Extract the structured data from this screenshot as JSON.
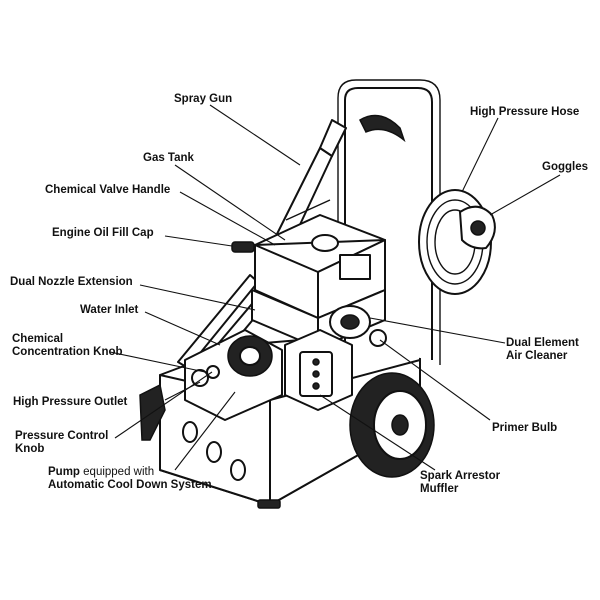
{
  "labels": {
    "spray_gun": "Spray Gun",
    "high_pressure_hose": "High Pressure Hose",
    "gas_tank": "Gas Tank",
    "goggles": "Goggles",
    "chemical_valve_handle": "Chemical Valve Handle",
    "engine_oil_fill_cap": "Engine Oil Fill Cap",
    "dual_nozzle_extension": "Dual Nozzle Extension",
    "water_inlet": "Water Inlet",
    "chemical_concentration_knob_line1": "Chemical",
    "chemical_concentration_knob_line2": "Concentration Knob",
    "dual_element_air_cleaner_line1": "Dual Element",
    "dual_element_air_cleaner_line2": "Air Cleaner",
    "high_pressure_outlet": "High Pressure Outlet",
    "primer_bulb": "Primer Bulb",
    "pressure_control_knob_line1": "Pressure Control",
    "pressure_control_knob_line2": "Knob",
    "spark_arrestor_muffler_line1": "Spark Arrestor",
    "spark_arrestor_muffler_line2": "Muffler",
    "pump_bold": "Pump",
    "pump_rest": " equipped with",
    "pump_line2": "Automatic Cool Down System"
  },
  "colors": {
    "ink": "#111111",
    "background": "#ffffff"
  }
}
